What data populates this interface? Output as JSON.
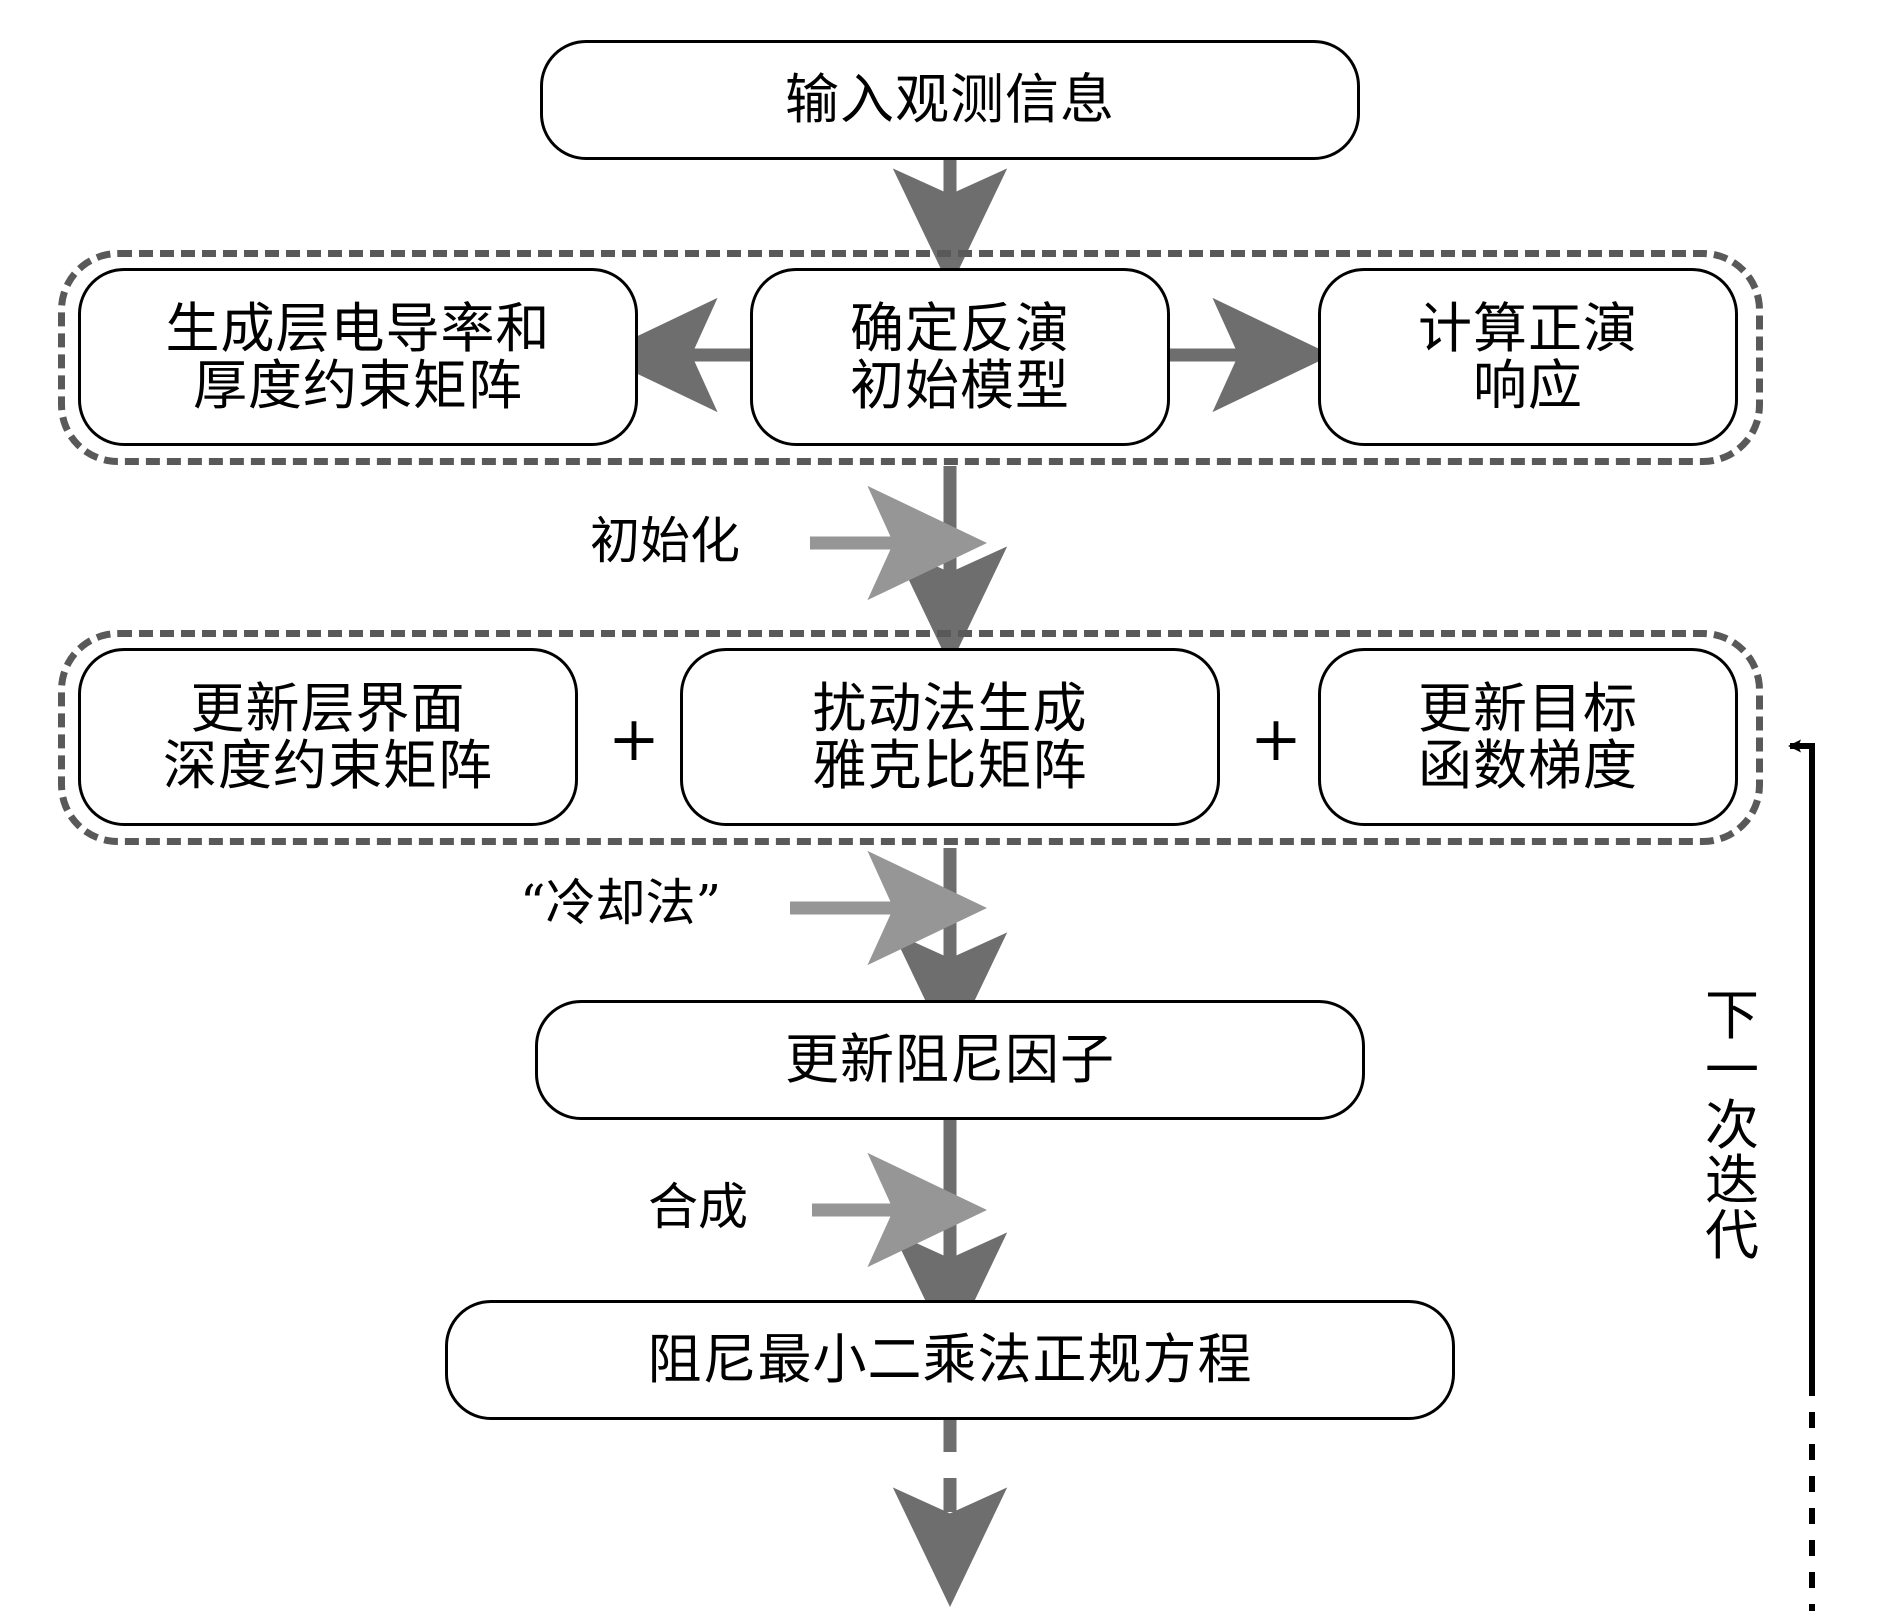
{
  "diagram": {
    "title_text": "",
    "colors": {
      "node_border": "#000000",
      "node_fill": "#ffffff",
      "group_dash": "#595959",
      "arrow_dark": "#6e6e6e",
      "arrow_light": "#969696",
      "feedback_line": "#000000",
      "text": "#000000"
    },
    "nodes": {
      "input": {
        "lines": [
          "输入观测信息"
        ]
      },
      "constraint_matrix": {
        "lines": [
          "生成层电导率和",
          "厚度约束矩阵"
        ]
      },
      "initial_model": {
        "lines": [
          "确定反演",
          "初始模型"
        ]
      },
      "forward_response": {
        "lines": [
          "计算正演",
          "响应"
        ]
      },
      "depth_constraint": {
        "lines": [
          "更新层界面",
          "深度约束矩阵"
        ]
      },
      "jacobian": {
        "lines": [
          "扰动法生成",
          "雅克比矩阵"
        ]
      },
      "objective_gradient": {
        "lines": [
          "更新目标",
          "函数梯度"
        ]
      },
      "damping_factor": {
        "lines": [
          "更新阻尼因子"
        ]
      },
      "normal_equation": {
        "lines": [
          "阻尼最小二乘法正规方程"
        ]
      }
    },
    "edge_labels": {
      "initialize": "初始化",
      "cooling_method": "“冷却法”",
      "synthesize": "合成"
    },
    "operators": {
      "plus_one": "+",
      "plus_two": "+"
    },
    "feedback_label": {
      "chars": [
        "下",
        "一",
        "次",
        "迭",
        "代"
      ],
      "full": "下一次迭代"
    }
  }
}
